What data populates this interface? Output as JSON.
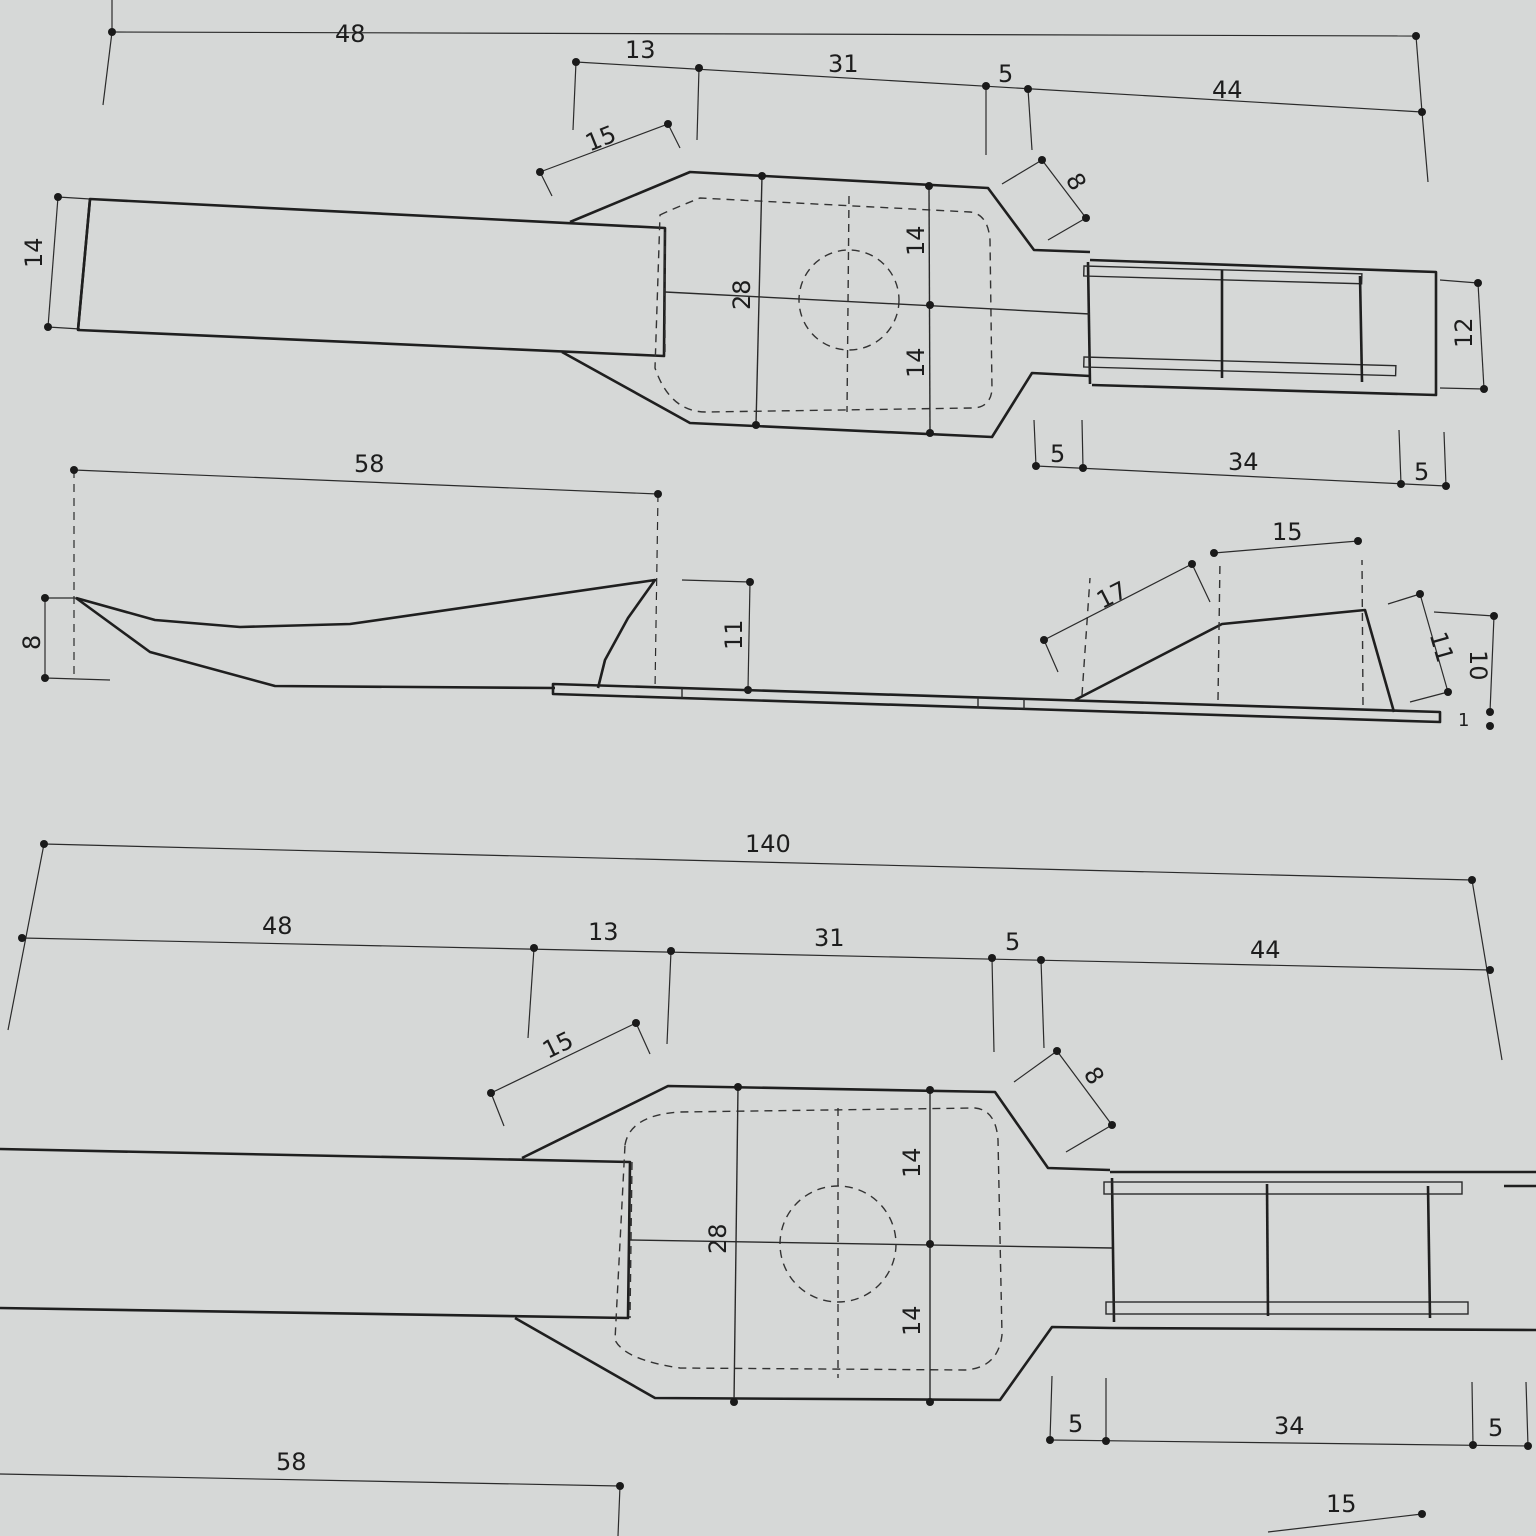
{
  "colors": {
    "paper": "#d6d8d7",
    "ink": "#1f1f1f"
  },
  "top_plan": {
    "overall_segments": [
      "48",
      "13",
      "31",
      "5",
      "44"
    ],
    "neck_diagonal": "15",
    "shoulder_diagonal": "8",
    "left_height": "14",
    "center_width": "28",
    "upper_half": "14",
    "lower_half": "14",
    "tail_height": "12",
    "tail_segments": [
      "5",
      "34",
      "5"
    ]
  },
  "side_view": {
    "bow_length": "58",
    "bow_height": "8",
    "post_height": "11",
    "ramp_length": "17",
    "deck_length": "15",
    "stern_slope": "11",
    "stern_height": "10",
    "base_thickness": "1"
  },
  "bottom_plan": {
    "overall": "140",
    "overall_segments": [
      "48",
      "13",
      "31",
      "5",
      "44"
    ],
    "neck_diagonal": "15",
    "shoulder_diagonal": "8",
    "center_width": "28",
    "upper_half": "14",
    "lower_half": "14",
    "tail_segments": [
      "5",
      "34",
      "5"
    ],
    "bow_length": "58",
    "deck_length": "15"
  }
}
